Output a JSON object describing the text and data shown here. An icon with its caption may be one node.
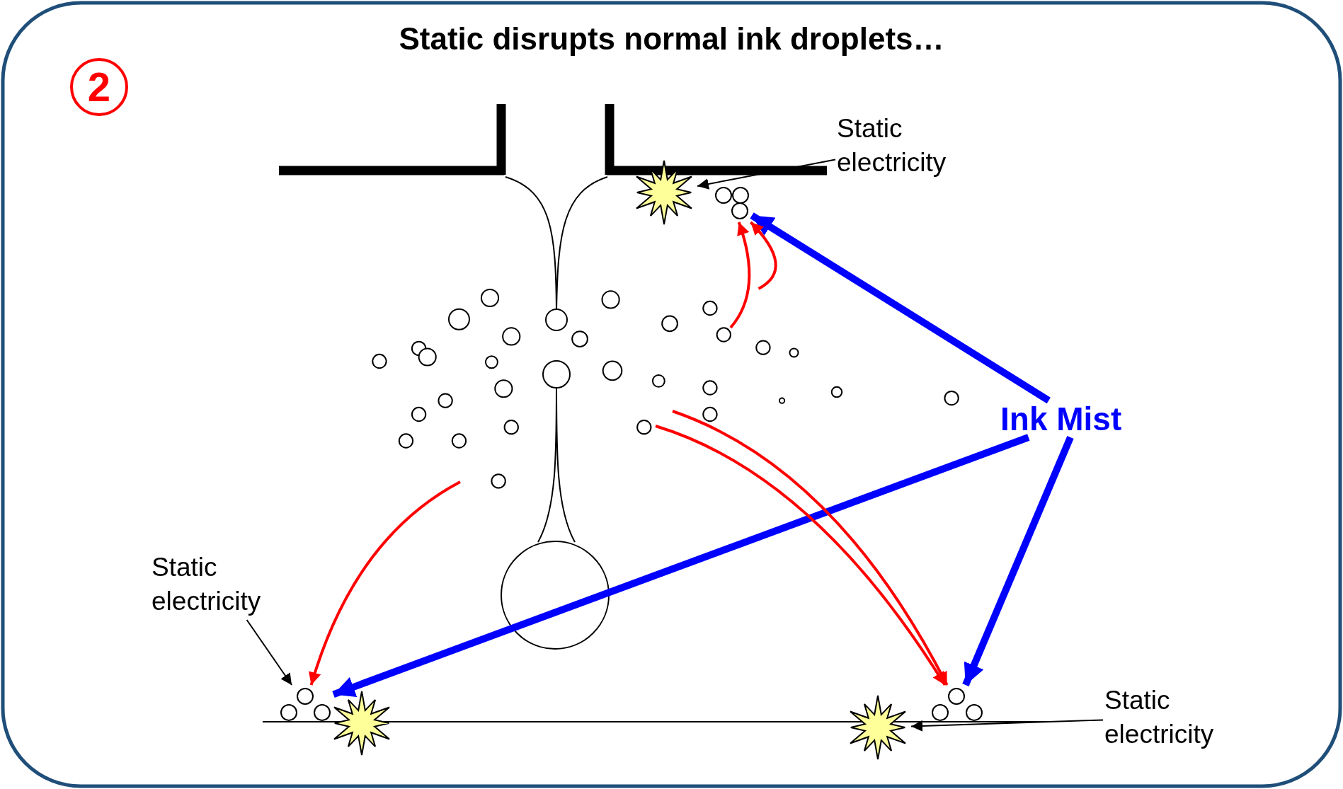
{
  "diagram": {
    "title": "Static disrupts normal ink droplets…",
    "nodes": [
      {
        "text": [
          "Static electricity"
        ]
      },
      {
        "text": [],
        "shape": "star"
      },
      {
        "text": [],
        "shape": "circle"
      },
      {
        "text": [
          "Ink Mist"
        ]
      },
      {
        "text": [
          "Static electricity"
        ]
      },
      {
        "text": [],
        "shape": "star"
      },
      {
        "text": [],
        "shape": "circle"
      },
      {
        "text": [],
        "shape": "star"
      },
      {
        "text": [],
        "shape": "circle"
      },
      {
        "text": [
          "Static electricity"
        ]
      },
      {
        "text": [],
        "shape": "circle"
      }
    ],
    "edges": [
      {
        "from": 0,
        "to": 1,
        "arrow": "to",
        "color": "#000000"
      },
      {
        "from": 3,
        "to": 2,
        "arrow": "to",
        "style": "thick",
        "color": "#0000ff"
      },
      {
        "from": 3,
        "to": 6,
        "arrow": "to",
        "style": "thick",
        "color": "#0000ff"
      },
      {
        "from": 3,
        "to": 8,
        "arrow": "to",
        "style": "thick",
        "color": "#0000ff"
      },
      {
        "from": 10,
        "to": 2,
        "arrow": "to",
        "color": "#ff0000"
      },
      {
        "from": 10,
        "to": 2,
        "arrow": "to",
        "color": "#ff0000"
      },
      {
        "from": 10,
        "to": 6,
        "arrow": "to",
        "color": "#ff0000"
      },
      {
        "from": 10,
        "to": 8,
        "arrow": "to",
        "color": "#ff0000"
      },
      {
        "from": 10,
        "to": 8,
        "arrow": "to",
        "color": "#ff0000"
      },
      {
        "from": 4,
        "to": 6,
        "arrow": "to",
        "color": "#000000"
      },
      {
        "from": 9,
        "to": 7,
        "arrow": "to",
        "color": "#000000"
      }
    ],
    "labels": [
      "2"
    ]
  }
}
